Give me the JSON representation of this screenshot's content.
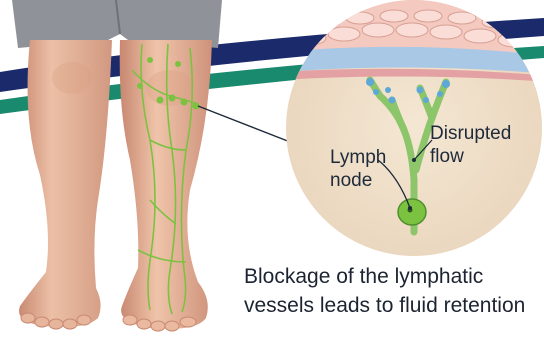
{
  "labels": {
    "lymph_line1": "Lymph",
    "lymph_line2": "node",
    "disrupted_line1": "Disrupted",
    "disrupted_line2": "flow"
  },
  "caption": {
    "line1": "Blockage of the lymphatic",
    "line2": "vessels leads to fluid retention"
  },
  "colors": {
    "band_navy": "#1b2a6b",
    "band_teal": "#1a8a6e",
    "skin": "#e6b49a",
    "skin_shadow": "#c98a72",
    "shorts": "#8f9298",
    "lymph_green": "#7cc241",
    "tissue_pink": "#f3c9c0",
    "tissue_blue": "#a9c8e6",
    "text": "#1e2a3a"
  }
}
